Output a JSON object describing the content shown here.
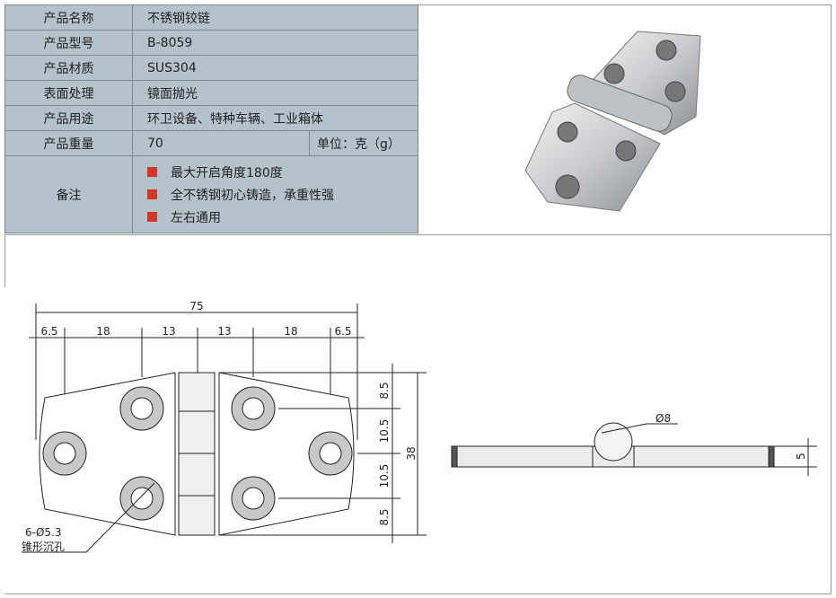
{
  "specs": {
    "rows": [
      {
        "label": "产品名称",
        "value": "不锈钢铰链"
      },
      {
        "label": "产品型号",
        "value": "B-8059"
      },
      {
        "label": "产品材质",
        "value": "SUS304"
      },
      {
        "label": "表面处理",
        "value": "镜面抛光"
      },
      {
        "label": "产品用途",
        "value": "环卫设备、特种车辆、工业箱体"
      },
      {
        "label": "产品重量",
        "value": "70",
        "unit": "单位：克（g）"
      }
    ],
    "notes_label": "备注",
    "notes": [
      "最大开启角度180度",
      "全不锈钢初心铸造，承重性强",
      "左右通用"
    ],
    "bullet_color": "#d2372b"
  },
  "drawing": {
    "overall_width": "75",
    "segments": [
      "6.5",
      "18",
      "13",
      "13",
      "18",
      "6.5"
    ],
    "heights": [
      "8.5",
      "10.5",
      "10.5",
      "8.5"
    ],
    "overall_height": "38",
    "hole_callout": "6-Ø5.3",
    "hole_type": "锥形沉孔",
    "pin_diameter": "Ø8",
    "thickness": "5"
  }
}
